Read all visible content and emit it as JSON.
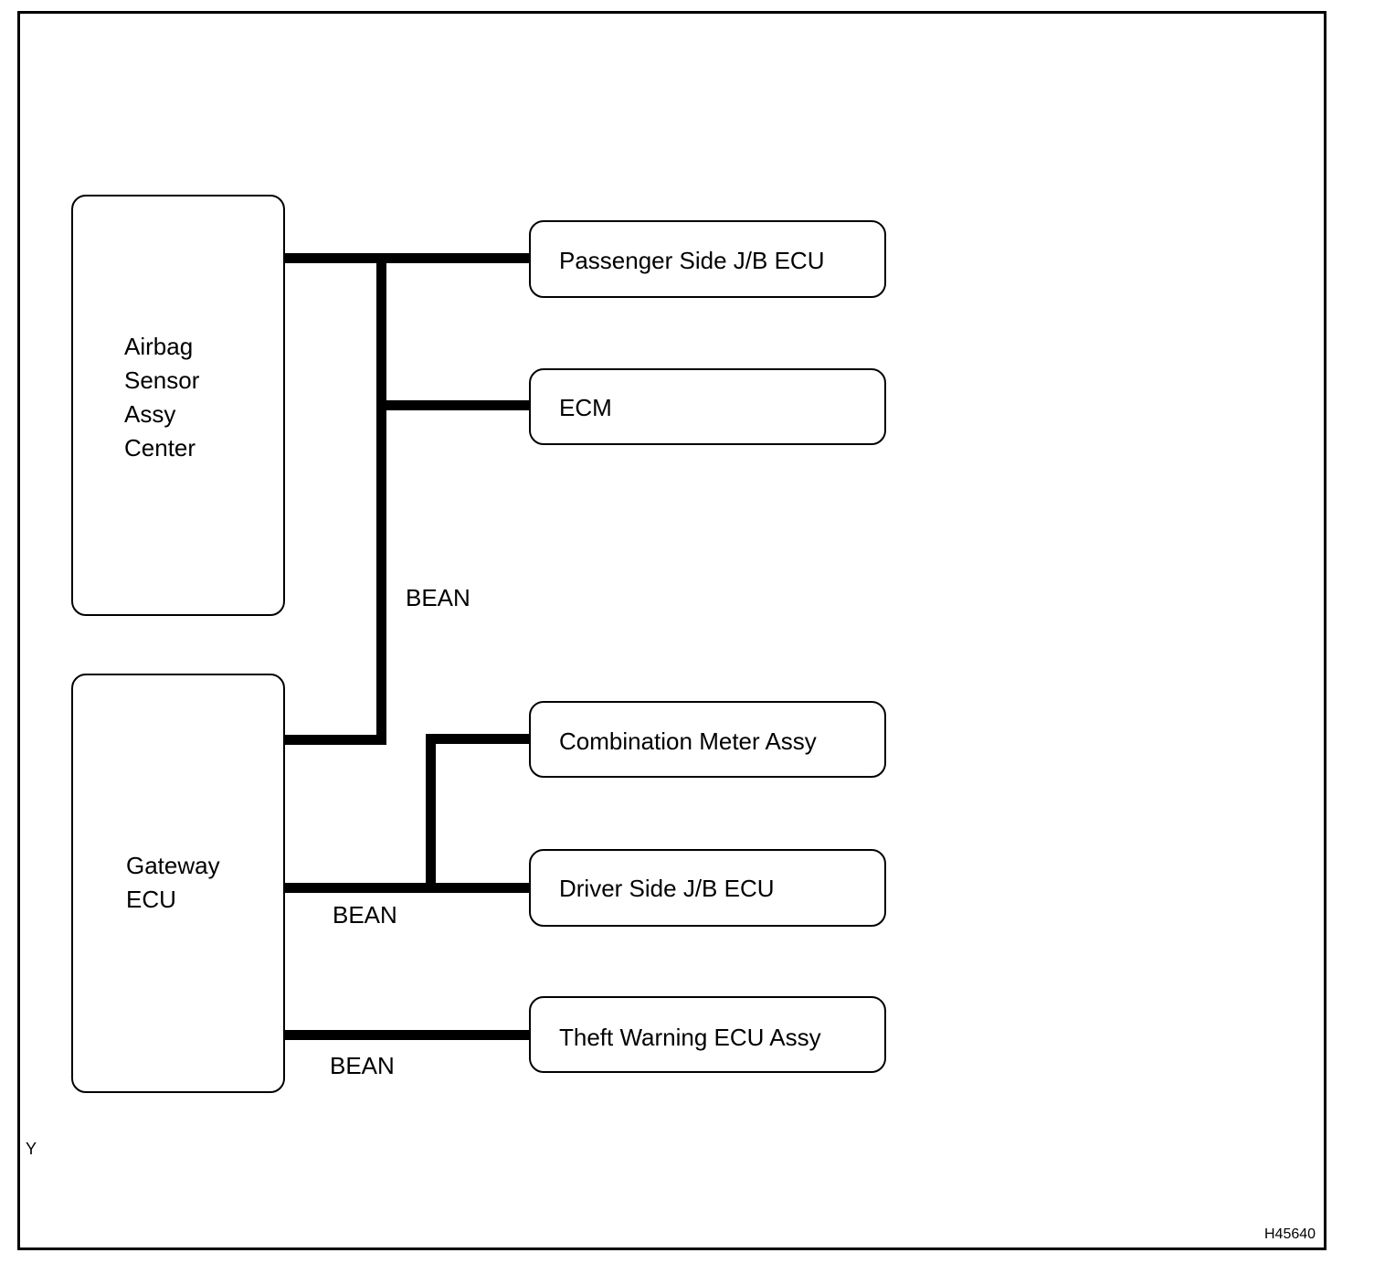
{
  "left_units": {
    "airbag": "Airbag\nSensor\nAssy\nCenter",
    "gateway": "Gateway\nECU"
  },
  "right_units": {
    "passenger_jb": "Passenger Side J/B ECU",
    "ecm": "ECM",
    "combination_meter": "Combination Meter Assy",
    "driver_jb": "Driver Side J/B ECU",
    "theft_warning": "Theft Warning ECU Assy"
  },
  "bus_labels": {
    "upper": "BEAN",
    "middle": "BEAN",
    "lower": "BEAN"
  },
  "corner_marks": {
    "left": "Y",
    "figure_id": "H45640"
  }
}
